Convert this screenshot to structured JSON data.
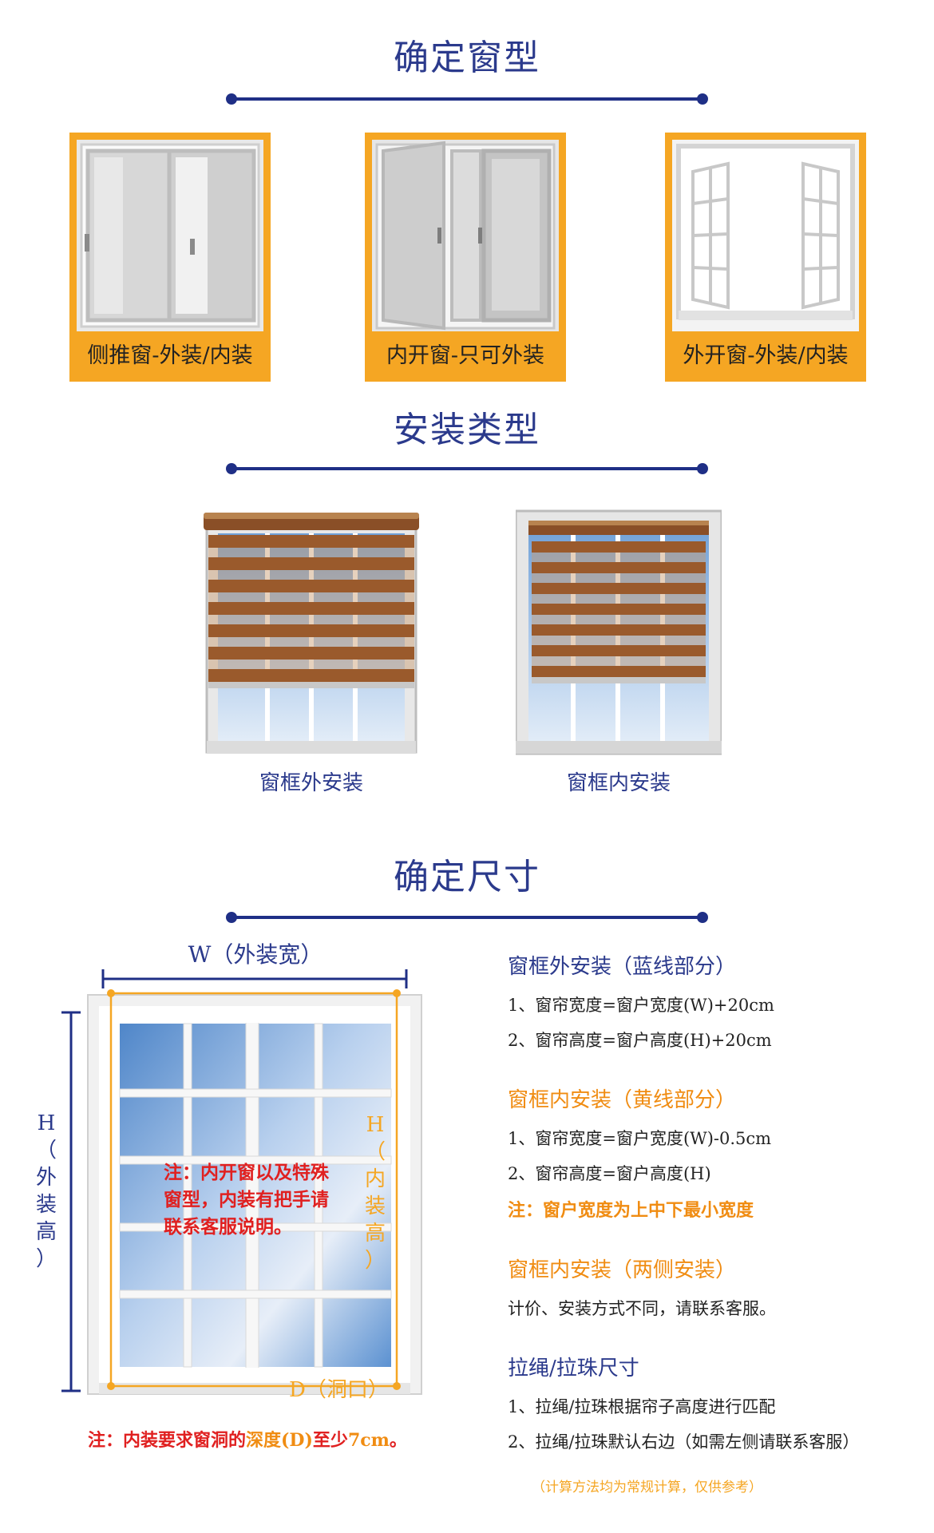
{
  "sections": {
    "window_type_title": "确定窗型",
    "install_type_title": "安装类型",
    "size_title": "确定尺寸"
  },
  "window_types": [
    {
      "label": "侧推窗-外装/内装"
    },
    {
      "label": "内开窗-只可外装"
    },
    {
      "label": "外开窗-外装/内装"
    }
  ],
  "install_types": [
    {
      "label": "窗框外安装"
    },
    {
      "label": "窗框内安装"
    }
  ],
  "diagram": {
    "width_label": "W（外装宽）",
    "outer_height_label": [
      "H",
      "（",
      "外",
      "装",
      "高",
      "）"
    ],
    "inner_height_label": [
      "H",
      "（",
      "内",
      "装",
      "高",
      "）"
    ],
    "depth_label": "D（洞口）",
    "red_note": [
      "注：内开窗以及特殊",
      "窗型，内装有把手请",
      "联系客服说明。"
    ],
    "bottom_note": {
      "prefix": "注：内装要求窗洞的",
      "highlight": "深度(D)",
      "middle": "至少",
      "value": "7cm",
      "suffix": "。"
    }
  },
  "size_info": {
    "outside": {
      "heading": "窗框外安装（蓝线部分）",
      "lines": [
        "1、窗帘宽度=窗户宽度(W)+20cm",
        "2、窗帘高度=窗户高度(H)+20cm"
      ]
    },
    "inside": {
      "heading": "窗框内安装（黄线部分）",
      "lines": [
        "1、窗帘宽度=窗户宽度(W)-0.5cm",
        "2、窗帘高度=窗户高度(H)"
      ],
      "note": "注：窗户宽度为上中下最小宽度"
    },
    "inside_sides": {
      "heading": "窗框内安装（两侧安装）",
      "lines": [
        "计价、安装方式不同，请联系客服。"
      ]
    },
    "cord": {
      "heading": "拉绳/拉珠尺寸",
      "lines": [
        "1、拉绳/拉珠根据帘子高度进行匹配",
        "2、拉绳/拉珠默认右边（如需左侧请联系客服）"
      ]
    },
    "footnote": "（计算方法均为常规计算，仅供参考）"
  },
  "colors": {
    "navy": "#1f2f86",
    "orange": "#f5a623",
    "red": "#e02020",
    "blind_brown": "#9a5a2c"
  }
}
